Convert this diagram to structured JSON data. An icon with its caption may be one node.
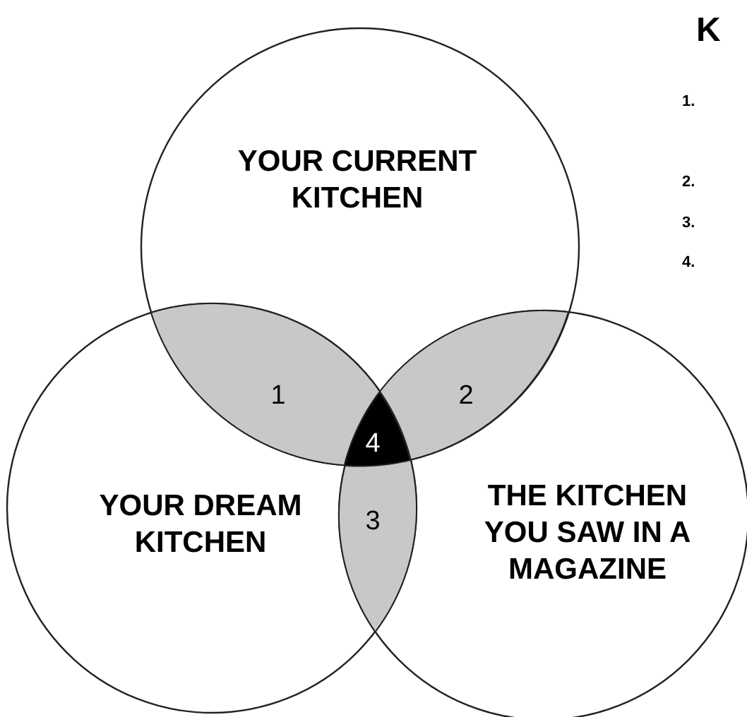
{
  "diagram": {
    "nodes": [
      {
        "text": [
          "YOUR CURRENT KITCHEN"
        ]
      },
      {
        "text": [
          "YOUR DREAM KITCHEN"
        ]
      },
      {
        "text": [
          "THE KITCHEN YOU SAW IN A MAGAZINE"
        ]
      },
      {
        "text": [
          "1"
        ]
      },
      {
        "text": [
          "2"
        ]
      },
      {
        "text": [
          "3"
        ]
      },
      {
        "text": [
          "4"
        ]
      }
    ],
    "labels": [
      "K",
      "1.",
      "2.",
      "3.",
      "4."
    ]
  }
}
